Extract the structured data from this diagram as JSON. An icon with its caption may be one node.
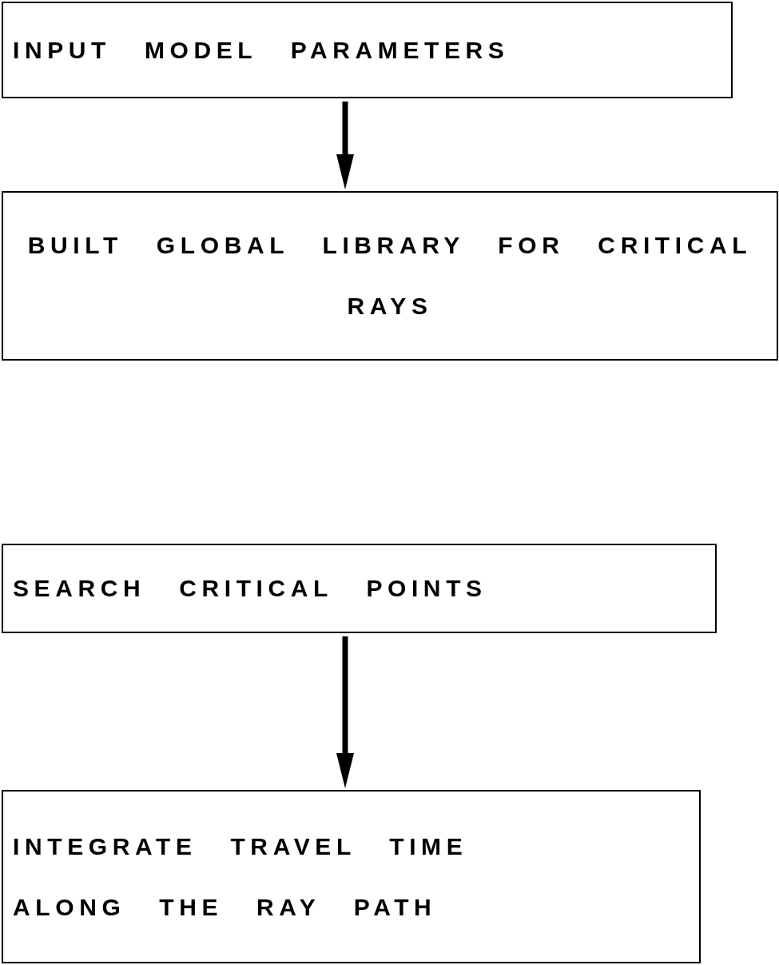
{
  "diagram": {
    "nodes": [
      {
        "text": [
          "INPUT MODEL PARAMETERS"
        ]
      },
      {
        "text": [
          "BUILT GLOBAL LIBRARY FOR CRITICAL RAYS"
        ]
      },
      {
        "text": [
          "SEARCH CRITICAL POINTS"
        ]
      },
      {
        "text": [
          "INTEGRATE TRAVEL TIME ALONG THE RAY PATH"
        ]
      }
    ],
    "edges": [
      {
        "from": 0,
        "to": 1,
        "arrow": "to"
      },
      {
        "from": 2,
        "to": 3,
        "arrow": "to"
      }
    ]
  }
}
